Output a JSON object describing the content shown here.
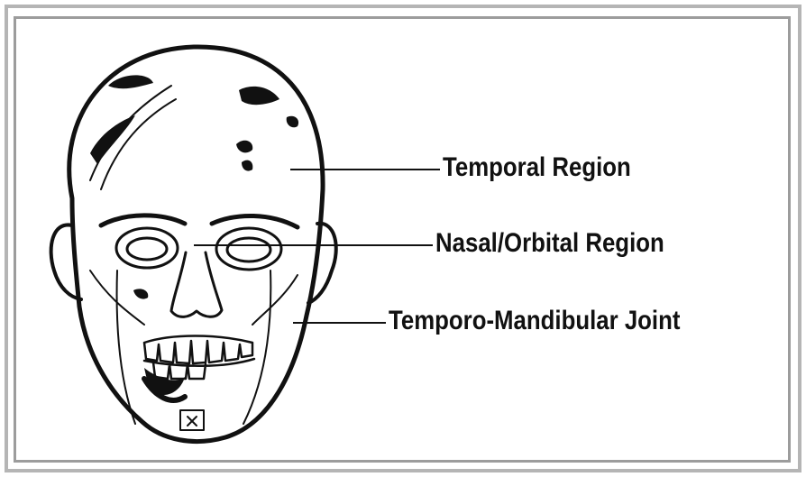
{
  "diagram": {
    "labels": [
      {
        "id": "temporal",
        "text": "Temporal Region"
      },
      {
        "id": "nasal",
        "text": "Nasal/Orbital Region"
      },
      {
        "id": "tmj",
        "text": "Temporo-Mandibular Joint"
      }
    ]
  },
  "colors": {
    "ink": "#111111",
    "frame_outer": "#b5b5b5",
    "frame_inner": "#9c9c9c",
    "background": "#ffffff"
  }
}
